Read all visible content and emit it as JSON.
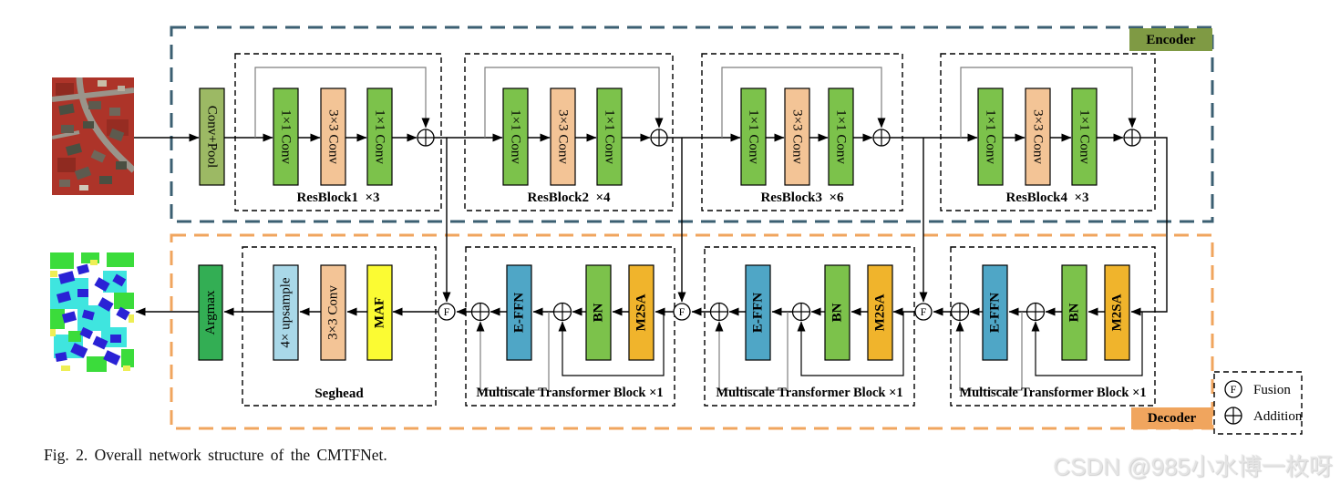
{
  "figure": {
    "caption": "Fig. 2.   Overall network structure of the CMTFNet.",
    "watermark": "CSDN @985小水博一枚呀"
  },
  "encoder": {
    "tag": "Encoder",
    "stem": "Conv+Pool",
    "resblocks": [
      {
        "title": "ResBlock1  ×3",
        "conv1": "1×1 Conv",
        "conv2": "3×3 Conv",
        "conv3": "1×1 Conv"
      },
      {
        "title": "ResBlock2  ×4",
        "conv1": "1×1 Conv",
        "conv2": "3×3 Conv",
        "conv3": "1×1 Conv"
      },
      {
        "title": "ResBlock3  ×6",
        "conv1": "1×1 Conv",
        "conv2": "3×3 Conv",
        "conv3": "1×1 Conv"
      },
      {
        "title": "ResBlock4  ×3",
        "conv1": "1×1 Conv",
        "conv2": "3×3 Conv",
        "conv3": "1×1 Conv"
      }
    ]
  },
  "decoder": {
    "tag": "Decoder",
    "argmax": "Argmax",
    "seghead": {
      "title": "Seghead",
      "upsample": "4× upsample",
      "conv": "3×3 Conv",
      "maf": "MAF"
    },
    "mtb": [
      {
        "title": "Multiscale Transformer Block ×1",
        "effn": "E-FFN",
        "bn": "BN",
        "m2sa": "M2SA"
      },
      {
        "title": "Multiscale Transformer Block ×1",
        "effn": "E-FFN",
        "bn": "BN",
        "m2sa": "M2SA"
      },
      {
        "title": "Multiscale Transformer Block ×1",
        "effn": "E-FFN",
        "bn": "BN",
        "m2sa": "M2SA"
      }
    ]
  },
  "legend": {
    "fusion_symbol": "F",
    "fusion_label": "Fusion",
    "addition_label": "Addition"
  },
  "colors": {
    "green": "#7CC24B",
    "peach": "#F3C496",
    "olive": "#9CB964",
    "encoder_tag": "#7F9A44",
    "blue": "#4FA6C6",
    "amber": "#F0B42C",
    "yellow": "#FBFB33",
    "lightblue": "#A9D8E8",
    "darkgreen": "#33AE54",
    "encoder_border": "#3B5F72",
    "decoder_border": "#F0A55E"
  }
}
